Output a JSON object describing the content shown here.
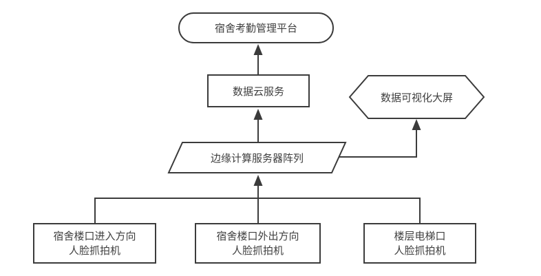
{
  "colors": {
    "stroke": "#3b3b3b",
    "text": "#3f3f3f",
    "background": "#ffffff",
    "node-fill": "#ffffff"
  },
  "nodes": {
    "platform": {
      "label": "宿舍考勤管理平台",
      "shape": "stadium"
    },
    "cloud_service": {
      "label": "数据云服务",
      "shape": "rectangle"
    },
    "big_screen": {
      "label": "数据可视化大屏",
      "shape": "hexagon"
    },
    "edge_servers": {
      "label": "边缘计算服务器阵列",
      "shape": "parallelogram"
    },
    "camera_entry": {
      "lines": [
        "宿舍楼口进入方向",
        "人脸抓拍机"
      ],
      "shape": "rectangle"
    },
    "camera_exit": {
      "lines": [
        "宿舍楼口外出方向",
        "人脸抓拍机"
      ],
      "shape": "rectangle"
    },
    "camera_elevator": {
      "lines": [
        "楼层电梯口",
        "人脸抓拍机"
      ],
      "shape": "rectangle"
    }
  },
  "edges": [
    {
      "from": "cloud_service",
      "to": "platform",
      "arrow": "up"
    },
    {
      "from": "edge_servers",
      "to": "cloud_service",
      "arrow": "up"
    },
    {
      "from": "edge_servers",
      "to": "big_screen",
      "arrow": "up"
    },
    {
      "from": "camera_entry",
      "to": "edge_servers",
      "arrow": "up"
    },
    {
      "from": "camera_exit",
      "to": "edge_servers",
      "arrow": "up"
    },
    {
      "from": "camera_elevator",
      "to": "edge_servers",
      "arrow": "up"
    }
  ]
}
